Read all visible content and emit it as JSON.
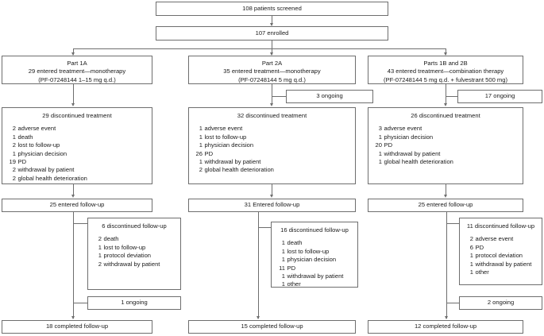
{
  "figure": {
    "type": "consort-patient-flow-diagram",
    "accent_color": "#6e6e6e",
    "text_color": "#1a1a1a",
    "background": "#ffffff"
  },
  "top": {
    "screened": "108 patients screened",
    "enrolled": "107 enrolled"
  },
  "arms": [
    {
      "id": "part-1a",
      "title": "Part 1A",
      "line2": "29 entered treatment—monotherapy",
      "line3": "(PF-07248144 1–15 mg q.d.)",
      "ongoing_treatment": null,
      "discontinued_treatment": {
        "title": "29 discontinued treatment",
        "reasons": [
          {
            "n": "2",
            "label": "adverse event"
          },
          {
            "n": "1",
            "label": "death"
          },
          {
            "n": "2",
            "label": "lost to follow-up"
          },
          {
            "n": "1",
            "label": "physician decision"
          },
          {
            "n": "19",
            "label": "PD"
          },
          {
            "n": "2",
            "label": "withdrawal by patient"
          },
          {
            "n": "2",
            "label": "global health deterioration"
          }
        ]
      },
      "entered_followup": "25 entered follow-up",
      "discontinued_followup": {
        "title": "6 discontinued follow-up",
        "reasons": [
          {
            "n": "2",
            "label": "death"
          },
          {
            "n": "1",
            "label": "lost to follow-up"
          },
          {
            "n": "1",
            "label": "protocol deviation"
          },
          {
            "n": "2",
            "label": "withdrawal by patient"
          }
        ]
      },
      "ongoing_followup": "1 ongoing",
      "completed_followup": "18 completed follow-up"
    },
    {
      "id": "part-2a",
      "title": "Part 2A",
      "line2": "35 entered treatment—monotherapy",
      "line3": "(PF-07248144 5 mg q.d.)",
      "ongoing_treatment": "3 ongoing",
      "discontinued_treatment": {
        "title": "32 discontinued treatment",
        "reasons": [
          {
            "n": "1",
            "label": "adverse event"
          },
          {
            "n": "1",
            "label": "lost to follow-up"
          },
          {
            "n": "1",
            "label": "physician decision"
          },
          {
            "n": "26",
            "label": "PD"
          },
          {
            "n": "1",
            "label": "withdrawal by patient"
          },
          {
            "n": "2",
            "label": "global health deterioration"
          }
        ]
      },
      "entered_followup": "31 Entered follow-up",
      "discontinued_followup": {
        "title": "16 discontinued follow-up",
        "reasons": [
          {
            "n": "1",
            "label": "death"
          },
          {
            "n": "1",
            "label": "lost to follow-up"
          },
          {
            "n": "1",
            "label": "physician decision"
          },
          {
            "n": "11",
            "label": "PD"
          },
          {
            "n": "1",
            "label": "withdrawal by patient"
          },
          {
            "n": "1",
            "label": "other"
          }
        ]
      },
      "ongoing_followup": null,
      "completed_followup": "15 completed follow-up"
    },
    {
      "id": "parts-1b-2b",
      "title": "Parts 1B and 2B",
      "line2": "43 entered treatment—combination therapy",
      "line3": "(PF-07248144 5 mg q.d. + fulvestrant 500 mg)",
      "ongoing_treatment": "17 ongoing",
      "discontinued_treatment": {
        "title": "26 discontinued treatment",
        "reasons": [
          {
            "n": "3",
            "label": "adverse event"
          },
          {
            "n": "1",
            "label": "physician decision"
          },
          {
            "n": "20",
            "label": "PD"
          },
          {
            "n": "1",
            "label": "withdrawal by patient"
          },
          {
            "n": "1",
            "label": "global health deterioration"
          }
        ]
      },
      "entered_followup": "25 entered follow-up",
      "discontinued_followup": {
        "title": "11 discontinued follow-up",
        "reasons": [
          {
            "n": "2",
            "label": "adverse event"
          },
          {
            "n": "6",
            "label": "PD"
          },
          {
            "n": "1",
            "label": "protocol deviation"
          },
          {
            "n": "1",
            "label": "withdrawal by patient"
          },
          {
            "n": "1",
            "label": "other"
          }
        ]
      },
      "ongoing_followup": "2 ongoing",
      "completed_followup": "12 completed follow-up"
    }
  ]
}
